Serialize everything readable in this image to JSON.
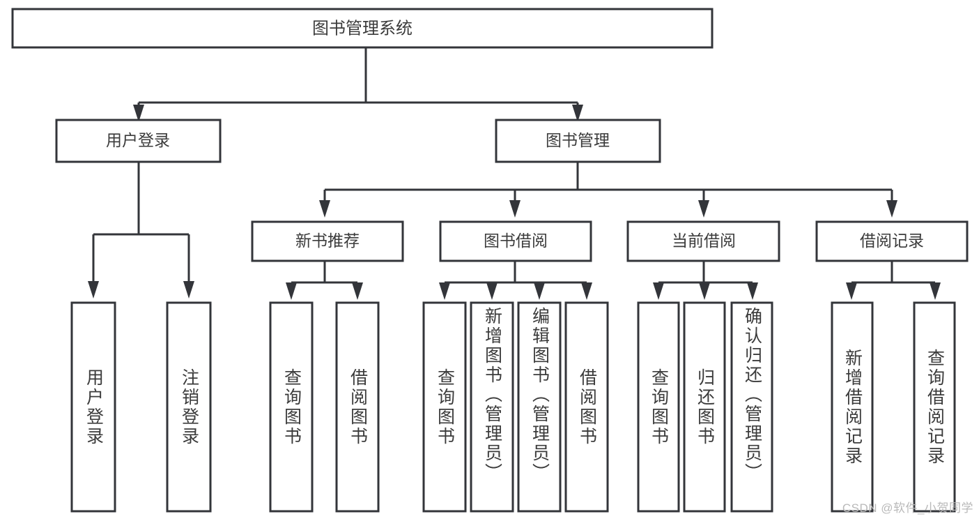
{
  "diagram": {
    "type": "tree-hierarchy",
    "title": "图书管理系统",
    "watermark": "CSDN @软件_小贺同学",
    "colors": {
      "box_stroke": "#33353a",
      "box_fill": "#ffffff",
      "text": "#3b3b3b",
      "connector": "#33353a",
      "watermark": "#b9b9b9",
      "background": "#ffffff"
    },
    "root": {
      "label": "图书管理系统"
    },
    "level2": [
      {
        "id": "user-login",
        "label": "用户登录"
      },
      {
        "id": "book-management",
        "label": "图书管理"
      }
    ],
    "level3": [
      {
        "id": "new-book-recommend",
        "label": "新书推荐",
        "parent": "book-management"
      },
      {
        "id": "book-borrow",
        "label": "图书借阅",
        "parent": "book-management"
      },
      {
        "id": "current-borrow",
        "label": "当前借阅",
        "parent": "book-management"
      },
      {
        "id": "borrow-record",
        "label": "借阅记录",
        "parent": "book-management"
      }
    ],
    "leaves": [
      {
        "id": "leaf-user-login",
        "label": "用户登录",
        "parent": "user-login"
      },
      {
        "id": "leaf-logout",
        "label": "注销登录",
        "parent": "user-login"
      },
      {
        "id": "leaf-query-book-1",
        "label": "查询图书",
        "parent": "new-book-recommend"
      },
      {
        "id": "leaf-borrow-book-1",
        "label": "借阅图书",
        "parent": "new-book-recommend"
      },
      {
        "id": "leaf-query-book-2",
        "label": "查询图书",
        "parent": "book-borrow"
      },
      {
        "id": "leaf-add-book",
        "label": "新增图书（管理员）",
        "parent": "book-borrow"
      },
      {
        "id": "leaf-edit-book",
        "label": "编辑图书（管理员）",
        "parent": "book-borrow"
      },
      {
        "id": "leaf-borrow-book-2",
        "label": "借阅图书",
        "parent": "book-borrow"
      },
      {
        "id": "leaf-query-book-3",
        "label": "查询图书",
        "parent": "current-borrow"
      },
      {
        "id": "leaf-return-book",
        "label": "归还图书",
        "parent": "current-borrow"
      },
      {
        "id": "leaf-confirm-return",
        "label": "确认归还（管理员）",
        "parent": "current-borrow"
      },
      {
        "id": "leaf-add-record",
        "label": "新增借阅记录",
        "parent": "borrow-record"
      },
      {
        "id": "leaf-query-record",
        "label": "查询借阅记录",
        "parent": "borrow-record"
      }
    ]
  }
}
